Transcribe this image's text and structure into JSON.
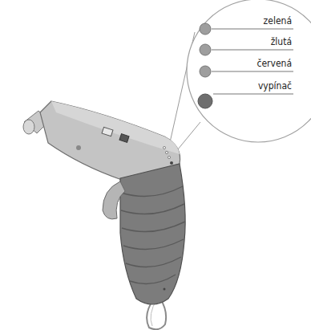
{
  "diagram": {
    "labels": [
      "zelená",
      "žlutá",
      "červená",
      "vypínač"
    ]
  }
}
